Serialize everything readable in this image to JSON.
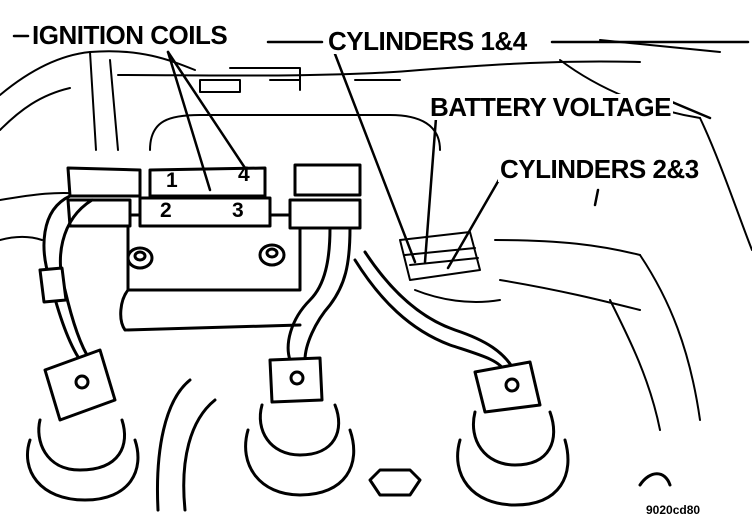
{
  "labels": {
    "ignition_coils": "IGNITION COILS",
    "cylinders_1_4": "CYLINDERS 1&4",
    "battery_voltage": "BATTERY VOLTAGE",
    "cylinders_2_3": "CYLINDERS 2&3"
  },
  "coil_numbers": {
    "n1": "1",
    "n2": "2",
    "n3": "3",
    "n4": "4"
  },
  "figure_code": "9020cd80"
}
